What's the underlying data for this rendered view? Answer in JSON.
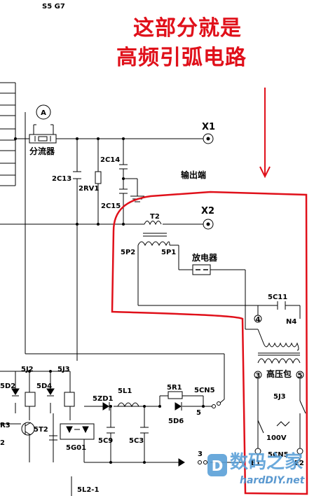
{
  "annotation": {
    "line1": "这部分就是",
    "line2": "高频引弧电路",
    "color": "#e0101a"
  },
  "top_partial_text": "S5 G7",
  "components": {
    "ammeter": "A",
    "shunt": "分流器",
    "c13": "2C13",
    "rv1": "2RV1",
    "c14": "2C14",
    "c15": "2C15",
    "x1": "X1",
    "x2": "X2",
    "output": "输出端",
    "t2": "T2",
    "p2": "5P2",
    "p1": "5P1",
    "discharger": "放电器",
    "c11": "5C11",
    "n4_left": "4",
    "n4_right": "N4",
    "n3": "3",
    "n5": "5",
    "hv_pack": "高压包",
    "j3_right": "5J3",
    "voltage": "100V",
    "e1": "E1",
    "e2": "E2",
    "cn5_bottom": "5CN5",
    "j2": "5J2",
    "j3_left": "5J3",
    "d2": "5D2",
    "d4": "5D4",
    "t2_transistor": "5T2",
    "r3": "R3",
    "r2_partial": "2",
    "g01": "5G01",
    "zd1": "5ZD1",
    "l1": "5L1",
    "r1": "5R1",
    "cn5": "5CN5",
    "d6": "5D6",
    "c9": "5C9",
    "c3": "5C3",
    "l2": "5L2-1",
    "sw_num": "3",
    "sw_num2": "5"
  },
  "watermark": {
    "cn": "数码之家",
    "en": "hardDIY.net",
    "color": "#5aa0d8"
  }
}
